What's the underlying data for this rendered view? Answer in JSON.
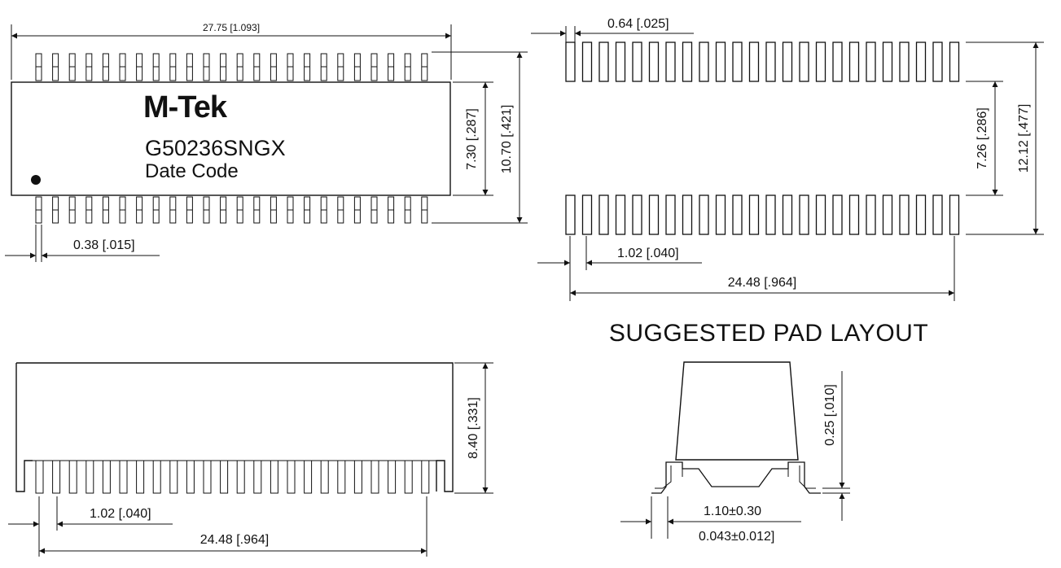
{
  "top_view": {
    "logo": "M-Tek",
    "part_number": "G50236SNGX",
    "date_code_label": "Date Code",
    "dim_overall_width": "27.75 [1.093]",
    "dim_body_height": "7.30 [.287]",
    "dim_overall_height": "10.70 [.421]",
    "dim_pin_width": "0.38 [.015]"
  },
  "pad_layout": {
    "title": "SUGGESTED PAD LAYOUT",
    "dim_pad_width": "0.64 [.025]",
    "dim_pad_gap": "7.26 [.286]",
    "dim_overall": "12.12 [.477]",
    "dim_pitch": "1.02 [.040]",
    "dim_span": "24.48 [.964]"
  },
  "side_view": {
    "dim_height": "8.40 [.331]",
    "dim_pitch": "1.02 [.040]",
    "dim_span": "24.48 [.964]"
  },
  "end_view": {
    "dim_standoff": "0.25 [.010]",
    "dim_foot_mm": "1.10±0.30",
    "dim_foot_in": "0.043±0.012]"
  }
}
